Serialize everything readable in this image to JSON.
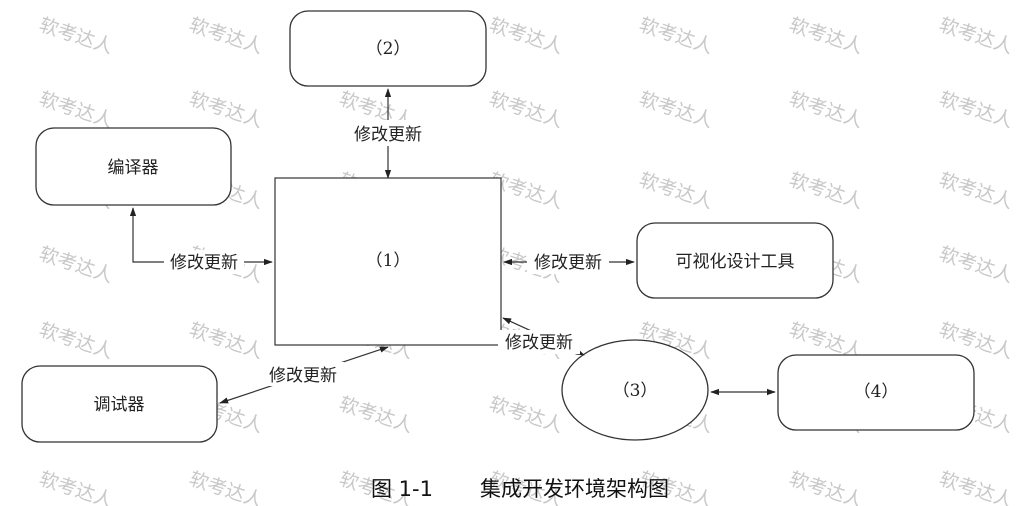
{
  "watermark": {
    "text": "软考达人"
  },
  "nodes": {
    "center": "（1）",
    "top": "（2）",
    "circle": "（3）",
    "right_far": "（4）",
    "compiler": "编译器",
    "visual_tool": "可视化设计工具",
    "debugger": "调试器"
  },
  "edges": {
    "to_top": "修改更新",
    "to_compiler": "修改更新",
    "to_visual": "修改更新",
    "to_circle": "修改更新",
    "to_debugger": "修改更新"
  },
  "caption": {
    "number": "图 1-1",
    "title": "集成开发环境架构图"
  }
}
